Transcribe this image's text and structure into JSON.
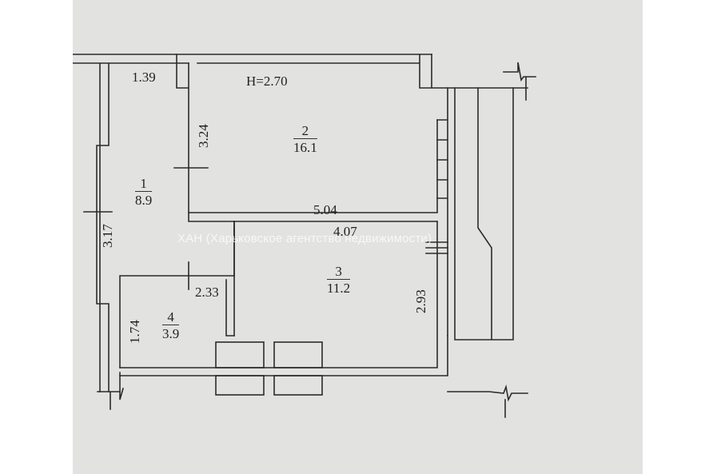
{
  "plan": {
    "ceiling_height": "H=2.70",
    "rooms": [
      {
        "number": "1",
        "area": "8.9"
      },
      {
        "number": "2",
        "area": "16.1"
      },
      {
        "number": "3",
        "area": "11.2"
      },
      {
        "number": "4",
        "area": "3.9"
      }
    ],
    "dimensions": {
      "d_1_39": "1.39",
      "d_3_24": "3.24",
      "d_3_17": "3.17",
      "d_5_04": "5.04",
      "d_4_07": "4.07",
      "d_2_33": "2.33",
      "d_2_93": "2.93",
      "d_1_74": "1.74"
    },
    "watermark": "ХАН (Харьковское агентство недвижимости)"
  },
  "colors": {
    "paper": "#e2e2e1",
    "line": "#2b2b2b",
    "page": "#ffffff"
  }
}
